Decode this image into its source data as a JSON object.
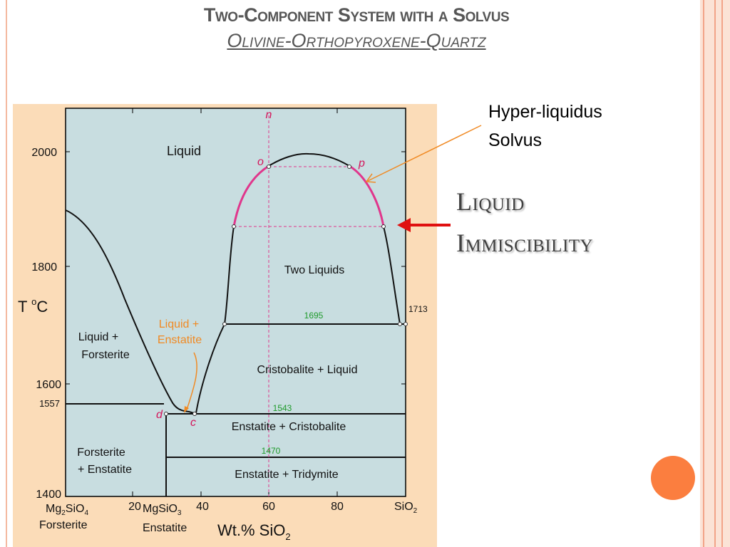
{
  "slide": {
    "title": "Two-Component System with a Solvus",
    "subtitle": "Olivine-Orthopyroxene-Quartz"
  },
  "annotation": {
    "line1": "Hyper-liquidus",
    "line2": "Solvus"
  },
  "callout": {
    "line1": "Liquid",
    "line2": "Immiscibility"
  },
  "diagram": {
    "y_axis": {
      "label_prefix": "T ",
      "label_degree": "o",
      "label_unit": "C",
      "ticks": [
        "2000",
        "1800",
        "1600",
        "1557",
        "1400"
      ]
    },
    "x_axis": {
      "ticks": [
        "20",
        "40",
        "60",
        "80"
      ],
      "label_base": "Wt.% SiO",
      "label_sub": "2"
    },
    "components": {
      "left_formula_a": "Mg",
      "left_formula_a_sub": "2",
      "left_formula_b": "SiO",
      "left_formula_b_sub": "4",
      "left_name": "Forsterite",
      "mid_formula_a": "MgSiO",
      "mid_formula_a_sub": "3",
      "mid_name": "Enstatite",
      "right_formula": "SiO",
      "right_formula_sub": "2"
    },
    "fields": {
      "liquid": "Liquid",
      "two_liquids": "Two Liquids",
      "liquid_forsterite_1": "Liquid +",
      "liquid_forsterite_2": "Forsterite",
      "liquid_enstatite_1": "Liquid +",
      "liquid_enstatite_2": "Enstatite",
      "cristobalite_liquid": "Cristobalite + Liquid",
      "enstatite_cristobalite": "Enstatite + Cristobalite",
      "forsterite_enstatite_1": "Forsterite",
      "forsterite_enstatite_2": "+ Enstatite",
      "enstatite_tridymite": "Enstatite + Tridymite"
    },
    "isotherms": {
      "t1695": "1695",
      "t1713": "1713",
      "t1543": "1543",
      "t1470": "1470"
    },
    "points": {
      "n": "n",
      "o": "o",
      "p": "p",
      "c": "c",
      "d": "d"
    },
    "colors": {
      "field_fill": "#c8dde0",
      "solvus": "#e0368c",
      "isotherm_label": "#1e9a2a",
      "enstatite_label": "#f08a24",
      "point_label": "#d4145a",
      "arrow_red": "#e01010",
      "arrow_orange": "#f08a24"
    }
  }
}
